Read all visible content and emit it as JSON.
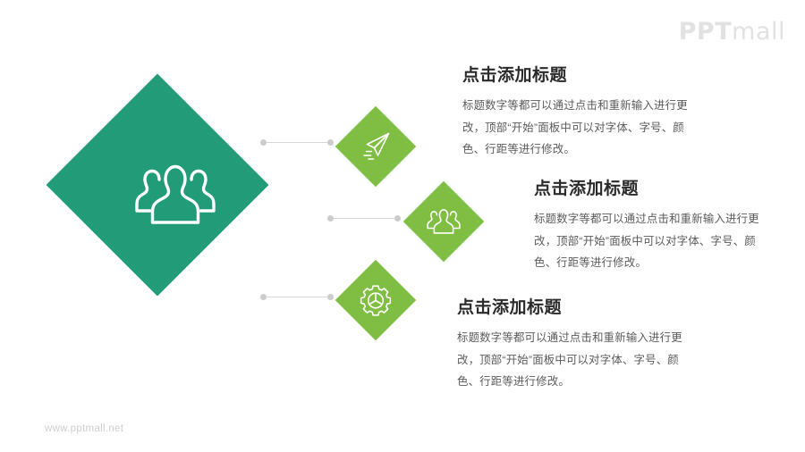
{
  "slide": {
    "background_color": "#ffffff",
    "logo": {
      "text": "PPTmall",
      "part_bold": "PPT",
      "part_light": "mall",
      "color": "#e2e2e2"
    },
    "footer": {
      "url": "www.pptmall.net",
      "color": "#cfcfcf"
    }
  },
  "colors": {
    "primary_teal": "#219B78",
    "accent_green": "#7FBE42",
    "connector_line": "#d8d8d8",
    "connector_dot": "#cccccc",
    "title_text": "#2b2b2b",
    "body_text": "#5b5b5b"
  },
  "hero": {
    "icon_name": "people-group-icon",
    "fill": "#219B78"
  },
  "nodes": [
    {
      "icon_name": "paper-plane-icon",
      "fill": "#7FBE42"
    },
    {
      "icon_name": "people-group-icon",
      "fill": "#7FBE42"
    },
    {
      "icon_name": "gear-icon",
      "fill": "#7FBE42"
    }
  ],
  "text_blocks": [
    {
      "title": "点击添加标题",
      "body": "标题数字等都可以通过点击和重新输入进行更改，顶部“开始”面板中可以对字体、字号、颜色、行距等进行修改。"
    },
    {
      "title": "点击添加标题",
      "body": "标题数字等都可以通过点击和重新输入进行更改，顶部“开始”面板中可以对字体、字号、颜色、行距等进行修改。"
    },
    {
      "title": "点击添加标题",
      "body": "标题数字等都可以通过点击和重新输入进行更改，顶部“开始”面板中可以对字体、字号、颜色、行距等进行修改。"
    }
  ]
}
